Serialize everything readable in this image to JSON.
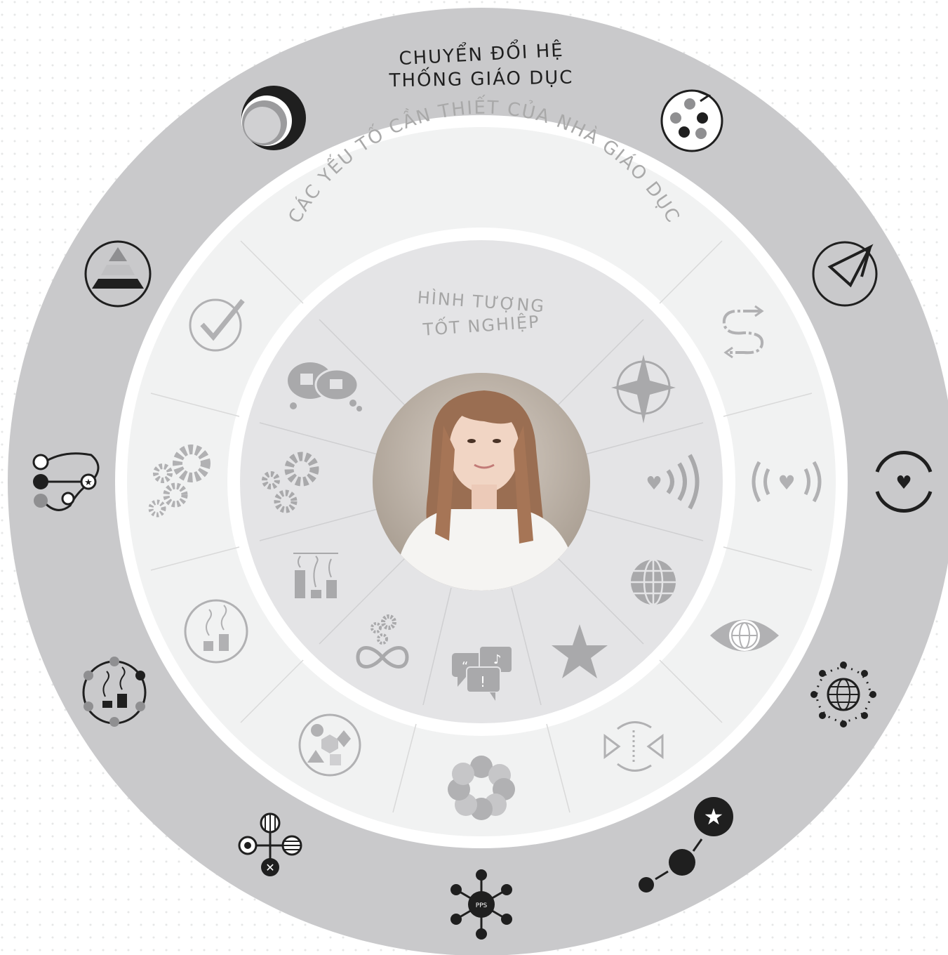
{
  "diagram": {
    "outer_ring": {
      "label_line1": "CHUYỂN ĐỔI HỆ",
      "label_line2": "THỐNG GIÁO DỤC"
    },
    "middle_ring": {
      "label": "CÁC YẾU TỐ CẦN THIẾT CỦA NHÀ GIÁO DỤC"
    },
    "inner_ring": {
      "label_line1": "HÌNH TƯỢNG",
      "label_line2": "TỐT NGHIỆP"
    },
    "center_badge": "PPS",
    "colors": {
      "outer_ring": "#c9c9cb",
      "middle_ring": "#f1f2f2",
      "inner_ring": "#e4e4e6",
      "outer_icons": "#1f1f1f",
      "middle_icons": "#b1b1b3",
      "inner_icons": "#a9a9ab"
    }
  }
}
